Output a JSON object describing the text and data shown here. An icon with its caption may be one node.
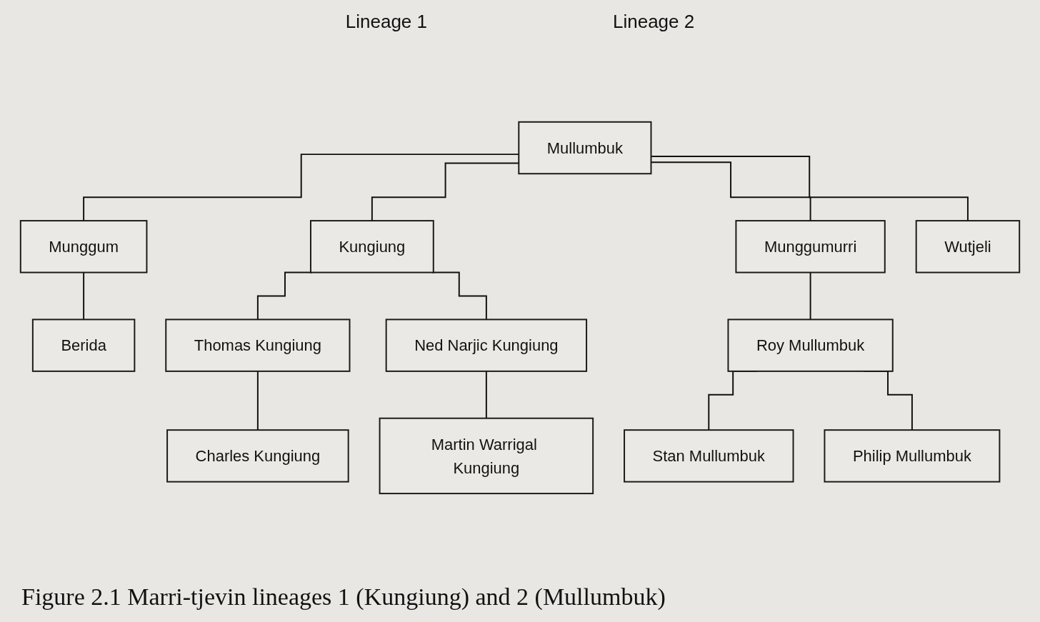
{
  "diagram": {
    "caption": "Figure 2.1 Marri-tjevin lineages 1 (Kungiung) and 2 (Mullumbuk)",
    "nodes": [
      {
        "text": [
          "Munggum"
        ]
      },
      {
        "text": [
          "Mullumbuk"
        ]
      },
      {
        "text": [
          "Kungiung"
        ]
      },
      {
        "text": [
          "Berida"
        ]
      },
      {
        "text": [
          "Munggumurri"
        ]
      },
      {
        "text": [
          "Wutjeli"
        ]
      },
      {
        "text": [
          "Thomas Kungiung"
        ]
      },
      {
        "text": [
          "Ned Narjic Kungiung"
        ]
      },
      {
        "text": [
          "Roy Mullumbuk"
        ]
      },
      {
        "text": [
          "Charles Kungiung"
        ]
      },
      {
        "text": [
          "Martin Warrigal Kungiung"
        ]
      },
      {
        "text": [
          "Stan Mullumbuk"
        ]
      },
      {
        "text": [
          "Philip Mullumbuk"
        ]
      }
    ],
    "edges": [
      {
        "from": 1,
        "to": 0,
        "arrow": "none"
      },
      {
        "from": 1,
        "to": 2,
        "arrow": "none"
      },
      {
        "from": 0,
        "to": 3,
        "arrow": "none"
      },
      {
        "from": 1,
        "to": 4,
        "arrow": "none"
      },
      {
        "from": 1,
        "to": 5,
        "arrow": "none"
      },
      {
        "from": 2,
        "to": 6,
        "arrow": "none"
      },
      {
        "from": 2,
        "to": 7,
        "arrow": "none"
      },
      {
        "from": 4,
        "to": 8,
        "arrow": "none"
      },
      {
        "from": 6,
        "to": 9,
        "arrow": "none"
      },
      {
        "from": 7,
        "to": 10,
        "arrow": "none"
      },
      {
        "from": 8,
        "to": 11,
        "arrow": "none"
      },
      {
        "from": 8,
        "to": 12,
        "arrow": "none"
      }
    ],
    "labels": [
      "Lineage 1",
      "Lineage 2"
    ]
  }
}
